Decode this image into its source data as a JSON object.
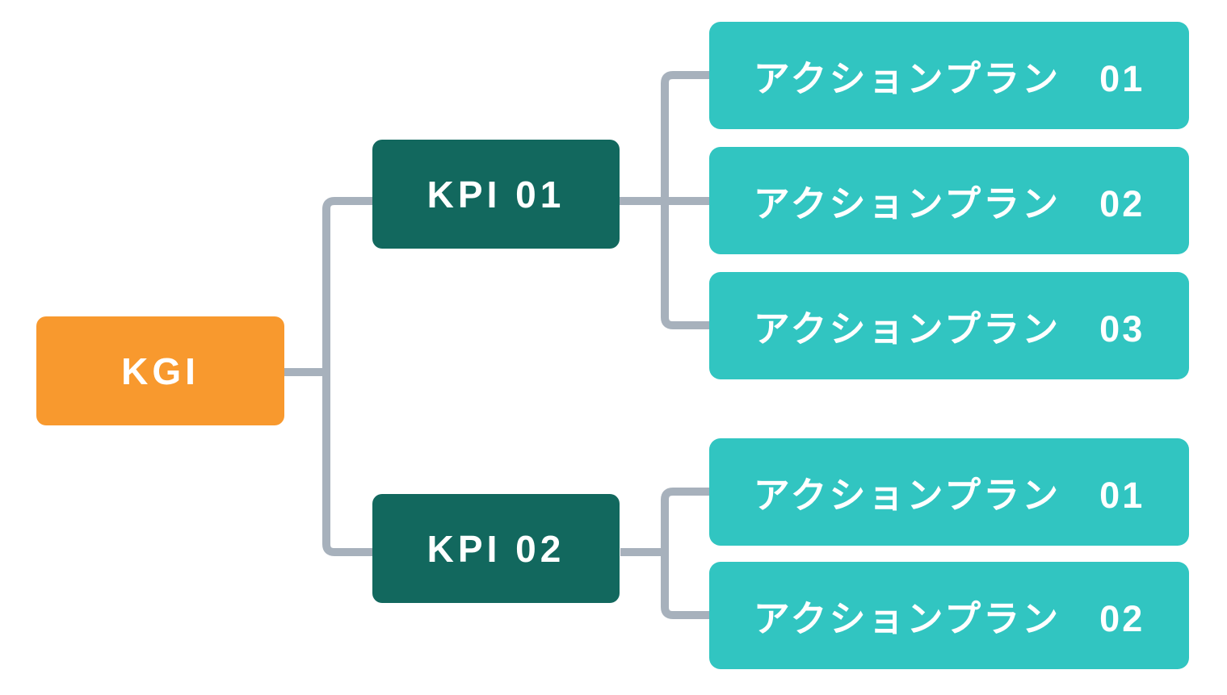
{
  "diagram": {
    "type": "tree",
    "direction": "left-to-right",
    "root": {
      "label": "KGI"
    },
    "kpis": [
      {
        "label": "KPI 01",
        "actions": [
          {
            "label": "アクションプラン　01"
          },
          {
            "label": "アクションプラン　02"
          },
          {
            "label": "アクションプラン　03"
          }
        ]
      },
      {
        "label": "KPI 02",
        "actions": [
          {
            "label": "アクションプラン　01"
          },
          {
            "label": "アクションプラン　02"
          }
        ]
      }
    ],
    "colors": {
      "root_fill": "#F8992E",
      "kpi_fill": "#12685E",
      "action_fill": "#31C5C1",
      "connector": "#A7B1BC",
      "text": "#FFFFFF",
      "background": "#FFFFFF"
    }
  }
}
